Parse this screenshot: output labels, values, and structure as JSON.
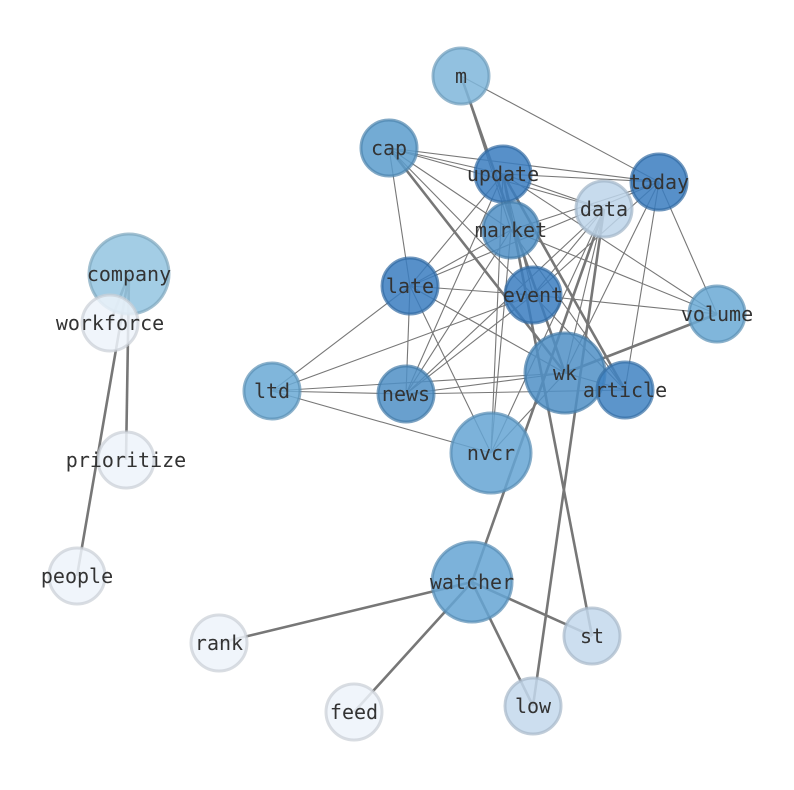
{
  "graph": {
    "nodes": [
      {
        "id": "m",
        "label": "m",
        "weight": 3,
        "color": "#7fb6db"
      },
      {
        "id": "cap",
        "label": "cap",
        "weight": 4,
        "color": "#5a9ccd"
      },
      {
        "id": "update",
        "label": "update",
        "weight": 5,
        "color": "#3a7dbf"
      },
      {
        "id": "today",
        "label": "today",
        "weight": 5,
        "color": "#3a7dbf"
      },
      {
        "id": "data",
        "label": "data",
        "weight": 2,
        "color": "#bdd5ea"
      },
      {
        "id": "market",
        "label": "market",
        "weight": 5,
        "color": "#4f8fc6"
      },
      {
        "id": "company",
        "label": "company",
        "weight": 3,
        "color": "#93c4e0"
      },
      {
        "id": "late",
        "label": "late",
        "weight": 5,
        "color": "#3a7dbf"
      },
      {
        "id": "event",
        "label": "event",
        "weight": 5,
        "color": "#3a7dbf"
      },
      {
        "id": "volume",
        "label": "volume",
        "weight": 3,
        "color": "#6aa9d5"
      },
      {
        "id": "workforce",
        "label": "workforce",
        "weight": 1,
        "color": "#edf3fa"
      },
      {
        "id": "ltd",
        "label": "ltd",
        "weight": 3,
        "color": "#6aa9d5"
      },
      {
        "id": "news",
        "label": "news",
        "weight": 4,
        "color": "#4f8fc6"
      },
      {
        "id": "wk",
        "label": "wk",
        "weight": 4,
        "color": "#4f8fc6"
      },
      {
        "id": "article",
        "label": "article",
        "weight": 5,
        "color": "#3f83c2"
      },
      {
        "id": "nvcr",
        "label": "nvcr",
        "weight": 3,
        "color": "#65a5d3"
      },
      {
        "id": "prioritize",
        "label": "prioritize",
        "weight": 1,
        "color": "#edf3fa"
      },
      {
        "id": "people",
        "label": "people",
        "weight": 1,
        "color": "#edf3fa"
      },
      {
        "id": "watcher",
        "label": "watcher",
        "weight": 3,
        "color": "#65a5d3"
      },
      {
        "id": "rank",
        "label": "rank",
        "weight": 1,
        "color": "#edf3fa"
      },
      {
        "id": "st",
        "label": "st",
        "weight": 2,
        "color": "#c3d8ec"
      },
      {
        "id": "feed",
        "label": "feed",
        "weight": 1,
        "color": "#edf3fa"
      },
      {
        "id": "low",
        "label": "low",
        "weight": 2,
        "color": "#c3d8ec"
      }
    ],
    "edges": [
      {
        "source": "company",
        "target": "prioritize",
        "strong": true
      },
      {
        "source": "company",
        "target": "people",
        "strong": true
      },
      {
        "source": "company",
        "target": "workforce",
        "strong": true
      },
      {
        "source": "watcher",
        "target": "rank",
        "strong": true
      },
      {
        "source": "watcher",
        "target": "feed",
        "strong": true
      },
      {
        "source": "watcher",
        "target": "st",
        "strong": true
      },
      {
        "source": "watcher",
        "target": "low",
        "strong": true
      },
      {
        "source": "watcher",
        "target": "data",
        "strong": true
      },
      {
        "source": "low",
        "target": "data",
        "strong": true
      },
      {
        "source": "st",
        "target": "update",
        "strong": true
      },
      {
        "source": "wk",
        "target": "m",
        "strong": true
      },
      {
        "source": "wk",
        "target": "cap",
        "strong": true
      },
      {
        "source": "wk",
        "target": "volume",
        "strong": true
      },
      {
        "source": "article",
        "target": "update",
        "strong": true
      },
      {
        "source": "m",
        "target": "today",
        "strong": false
      },
      {
        "source": "m",
        "target": "market",
        "strong": false
      },
      {
        "source": "cap",
        "target": "today",
        "strong": false
      },
      {
        "source": "cap",
        "target": "update",
        "strong": false
      },
      {
        "source": "cap",
        "target": "data",
        "strong": false
      },
      {
        "source": "cap",
        "target": "late",
        "strong": false
      },
      {
        "source": "cap",
        "target": "market",
        "strong": false
      },
      {
        "source": "cap",
        "target": "event",
        "strong": false
      },
      {
        "source": "update",
        "target": "today",
        "strong": false
      },
      {
        "source": "update",
        "target": "late",
        "strong": false
      },
      {
        "source": "update",
        "target": "news",
        "strong": false
      },
      {
        "source": "update",
        "target": "nvcr",
        "strong": false
      },
      {
        "source": "update",
        "target": "event",
        "strong": false
      },
      {
        "source": "update",
        "target": "data",
        "strong": false
      },
      {
        "source": "update",
        "target": "volume",
        "strong": false
      },
      {
        "source": "today",
        "target": "late",
        "strong": false
      },
      {
        "source": "today",
        "target": "volume",
        "strong": false
      },
      {
        "source": "today",
        "target": "event",
        "strong": false
      },
      {
        "source": "today",
        "target": "article",
        "strong": false
      },
      {
        "source": "today",
        "target": "wk",
        "strong": false
      },
      {
        "source": "today",
        "target": "market",
        "strong": false
      },
      {
        "source": "data",
        "target": "event",
        "strong": false
      },
      {
        "source": "data",
        "target": "news",
        "strong": false
      },
      {
        "source": "data",
        "target": "nvcr",
        "strong": false
      },
      {
        "source": "data",
        "target": "wk",
        "strong": false
      },
      {
        "source": "market",
        "target": "late",
        "strong": false
      },
      {
        "source": "market",
        "target": "news",
        "strong": false
      },
      {
        "source": "market",
        "target": "volume",
        "strong": false
      },
      {
        "source": "market",
        "target": "article",
        "strong": false
      },
      {
        "source": "market",
        "target": "nvcr",
        "strong": false
      },
      {
        "source": "late",
        "target": "event",
        "strong": false
      },
      {
        "source": "late",
        "target": "ltd",
        "strong": false
      },
      {
        "source": "late",
        "target": "news",
        "strong": false
      },
      {
        "source": "late",
        "target": "nvcr",
        "strong": false
      },
      {
        "source": "late",
        "target": "wk",
        "strong": false
      },
      {
        "source": "event",
        "target": "volume",
        "strong": false
      },
      {
        "source": "event",
        "target": "ltd",
        "strong": false
      },
      {
        "source": "event",
        "target": "news",
        "strong": false
      },
      {
        "source": "event",
        "target": "article",
        "strong": false
      },
      {
        "source": "ltd",
        "target": "news",
        "strong": false
      },
      {
        "source": "ltd",
        "target": "wk",
        "strong": false
      },
      {
        "source": "ltd",
        "target": "nvcr",
        "strong": false
      },
      {
        "source": "news",
        "target": "wk",
        "strong": false
      },
      {
        "source": "news",
        "target": "article",
        "strong": false
      },
      {
        "source": "wk",
        "target": "nvcr",
        "strong": false
      },
      {
        "source": "wk",
        "target": "article",
        "strong": false
      }
    ]
  }
}
